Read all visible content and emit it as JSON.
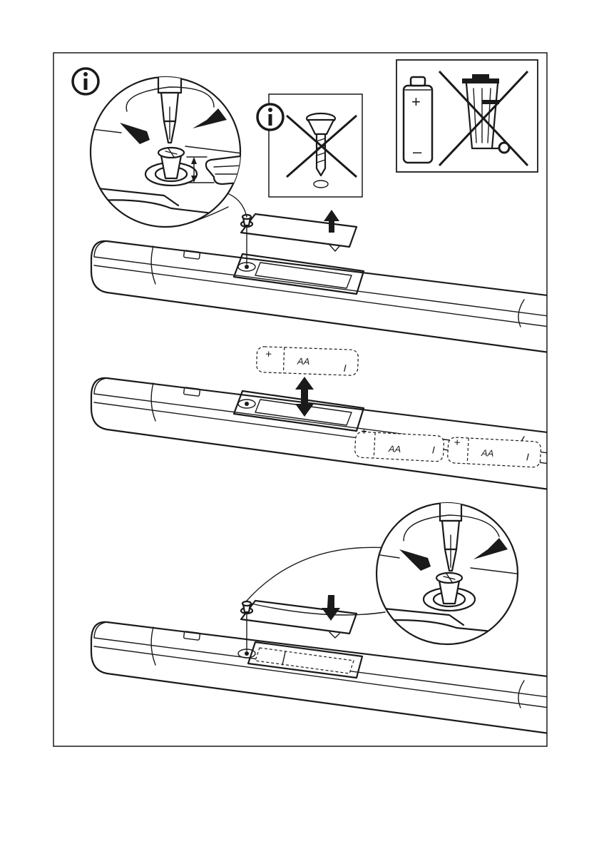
{
  "recycle_panel": {
    "battery_plus": "+",
    "battery_minus": "–"
  },
  "batteries": [
    {
      "plus": "+",
      "label": "AA",
      "minus": "I"
    },
    {
      "plus": "+",
      "label": "AA",
      "minus": "I"
    },
    {
      "plus": "+",
      "label": "AA",
      "minus": "I"
    }
  ],
  "icons": [
    "info-icon",
    "crossed-out-screw-icon",
    "crossed-out-bin-icon",
    "battery-icon",
    "screwdriver-icon",
    "arrow-up-icon",
    "arrow-down-icon",
    "double-arrow-icon",
    "hand-icon"
  ],
  "colors": {
    "ink": "#1a1a1a",
    "background": "#ffffff"
  }
}
